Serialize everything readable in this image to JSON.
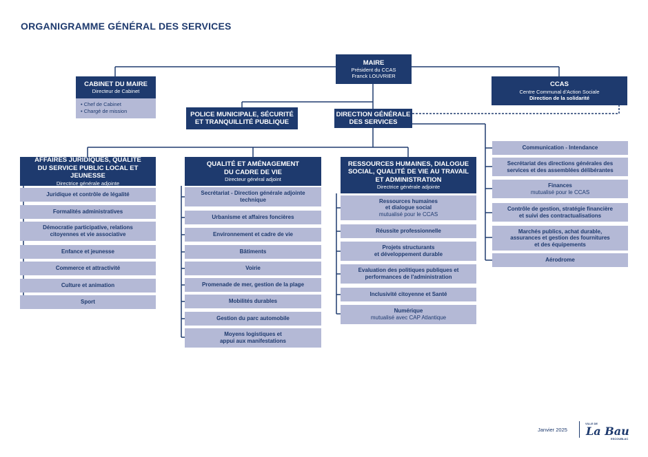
{
  "title": "ORGANIGRAMME GÉNÉRAL DES SERVICES",
  "maire": {
    "title": "MAIRE",
    "subtitle": "Président du CCAS",
    "name": "Franck LOUVRIER"
  },
  "cabinet": {
    "title": "CABINET DU MAIRE",
    "subtitle": "Directeur de Cabinet",
    "items": [
      "Chef de Cabinet",
      "Chargé de mission"
    ]
  },
  "ccas": {
    "title": "CCAS",
    "subtitle": "Centre Communal d'Action Sociale",
    "sub2": "Direction de la solidarité"
  },
  "police": {
    "line1": "POLICE MUNICIPALE, SÉCURITÉ",
    "line2": "ET TRANQUILLITÉ PUBLIQUE"
  },
  "dgs": {
    "line1": "DIRECTION GÉNÉRALE",
    "line2": "DES SERVICES"
  },
  "col1": {
    "line1": "AFFAIRES JURIDIQUES, QUALITÉ",
    "line2": "DU SERVICE PUBLIC LOCAL ET JEUNESSE",
    "subtitle": "Directrice générale adjointe",
    "items": [
      {
        "t": [
          "Juridique et contrôle de légalité"
        ]
      },
      {
        "t": [
          "Formalités administratives"
        ]
      },
      {
        "t": [
          "Démocratie participative, relations",
          "citoyennes et vie associative"
        ]
      },
      {
        "t": [
          "Enfance et jeunesse"
        ]
      },
      {
        "t": [
          "Commerce et attractivité"
        ]
      },
      {
        "t": [
          "Culture et animation"
        ]
      },
      {
        "t": [
          "Sport"
        ]
      }
    ]
  },
  "col2": {
    "line1": "QUALITÉ ET AMÉNAGEMENT",
    "line2": "DU CADRE DE VIE",
    "subtitle": "Directeur général adjoint",
    "items": [
      {
        "t": [
          "Secrétariat - Direction générale adjointe",
          "technique"
        ]
      },
      {
        "t": [
          "Urbanisme et affaires foncières"
        ]
      },
      {
        "t": [
          "Environnement et cadre de vie"
        ]
      },
      {
        "t": [
          "Bâtiments"
        ]
      },
      {
        "t": [
          "Voirie"
        ]
      },
      {
        "t": [
          "Promenade de mer, gestion de la plage"
        ]
      },
      {
        "t": [
          "Mobilités durables"
        ]
      },
      {
        "t": [
          "Gestion du parc automobile"
        ]
      },
      {
        "t": [
          "Moyens logistiques et",
          "appui aux manifestations"
        ]
      }
    ]
  },
  "col3": {
    "line1": "RESSOURCES HUMAINES, DIALOGUE",
    "line2": "SOCIAL, QUALITÉ DE VIE AU TRAVAIL",
    "line3": "ET ADMINISTRATION",
    "subtitle": "Directrice générale adjointe",
    "items": [
      {
        "t": [
          "Ressources humaines",
          "et dialogue social"
        ],
        "s": "mutualisé pour le CCAS"
      },
      {
        "t": [
          "Réussite professionnelle"
        ]
      },
      {
        "t": [
          "Projets structurants",
          "et développement durable"
        ]
      },
      {
        "t": [
          "Evaluation des politiques publiques et",
          "performances de l'administration"
        ]
      },
      {
        "t": [
          "Inclusivité citoyenne et Santé"
        ]
      },
      {
        "t": [
          "Numérique"
        ],
        "s": "mutualisé avec CAP Atlantique"
      }
    ]
  },
  "col4": {
    "items": [
      {
        "t": [
          "Communication - Intendance"
        ]
      },
      {
        "t": [
          "Secrétariat des directions générales des",
          "services et des assemblées délibérantes"
        ]
      },
      {
        "t": [
          "Finances"
        ],
        "s": "mutualisé pour le CCAS"
      },
      {
        "t": [
          "Contrôle de gestion, stratégie financière",
          "et suivi des contractualisations"
        ]
      },
      {
        "t": [
          "Marchés publics, achat durable,",
          "assurances et gestion des fournitures",
          "et des équipements"
        ]
      },
      {
        "t": [
          "Aérodrome"
        ]
      }
    ]
  },
  "footer": {
    "date": "Janvier 2025",
    "logo_top": "VILLE DE",
    "logo_main": "La Baule",
    "logo_bottom": "ESCOUBLAC"
  },
  "colors": {
    "dark": "#1e3a6e",
    "light": "#b4b9d6"
  }
}
